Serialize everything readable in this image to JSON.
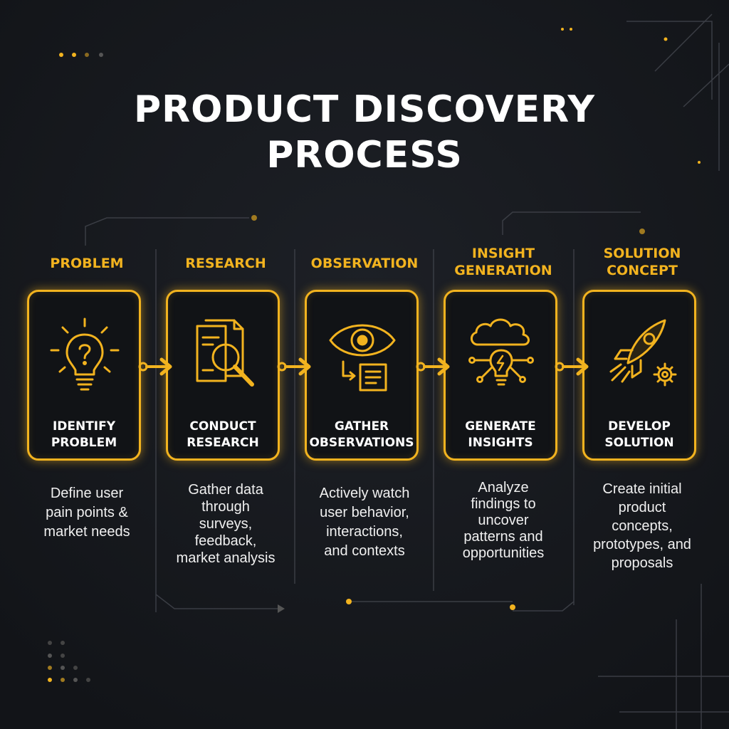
{
  "title_lines": [
    "PRODUCT DISCOVERY",
    "PROCESS"
  ],
  "colors": {
    "background": "#16181c",
    "accent": "#f2b31f",
    "text": "#ffffff"
  },
  "steps": [
    {
      "label_lines": [
        "PROBLEM"
      ],
      "icon": "lightbulb-question-icon",
      "title_lines": [
        "IDENTIFY",
        "PROBLEM"
      ],
      "desc_lines": [
        "Define user",
        "pain points &",
        "market needs"
      ]
    },
    {
      "label_lines": [
        "RESEARCH"
      ],
      "icon": "documents-magnifier-icon",
      "title_lines": [
        "CONDUCT",
        "RESEARCH"
      ],
      "desc_lines": [
        "Gather data",
        "through",
        "surveys,",
        "feedback,",
        "market analysis"
      ]
    },
    {
      "label_lines": [
        "OBSERVATION"
      ],
      "icon": "eye-notes-icon",
      "title_lines": [
        "GATHER",
        "OBSERVATIONS"
      ],
      "desc_lines": [
        "Actively watch",
        "user behavior,",
        "interactions,",
        "and contexts"
      ]
    },
    {
      "label_lines": [
        "INSIGHT",
        "GENERATION"
      ],
      "icon": "cloud-bulb-network-icon",
      "title_lines": [
        "GENERATE",
        "INSIGHTS"
      ],
      "desc_lines": [
        "Analyze",
        "findings to",
        "uncover",
        "patterns and",
        "opportunities"
      ]
    },
    {
      "label_lines": [
        "SOLUTION",
        "CONCEPT"
      ],
      "icon": "rocket-gear-icon",
      "title_lines": [
        "DEVELOP",
        "SOLUTION"
      ],
      "desc_lines": [
        "Create initial",
        "product",
        "concepts,",
        "prototypes, and",
        "proposals"
      ]
    }
  ]
}
